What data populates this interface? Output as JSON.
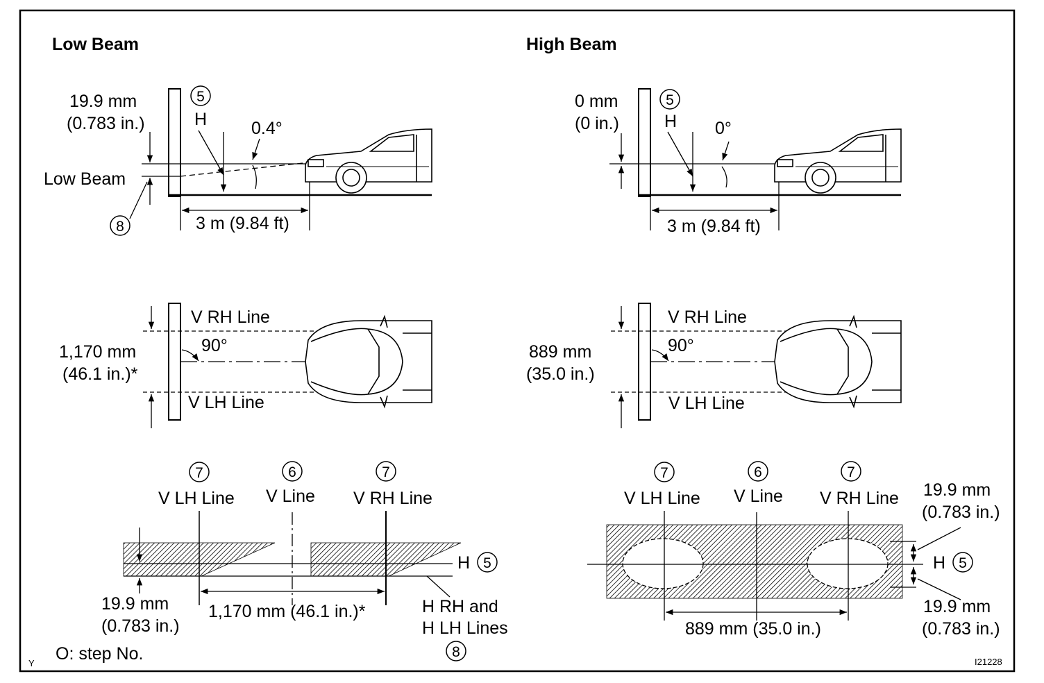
{
  "low_beam": {
    "title": "Low Beam",
    "side": {
      "offset_mm": "19.9 mm",
      "offset_in": "(0.783 in.)",
      "step_h": "5",
      "h_label": "H",
      "angle": "0.4°",
      "beam_label": "Low Beam",
      "step_8": "8",
      "distance": "3 m (9.84 ft)"
    },
    "top": {
      "v_rh": "V RH Line",
      "v_lh": "V LH Line",
      "angle": "90°",
      "spacing_mm": "1,170 mm",
      "spacing_in": "(46.1 in.)*"
    },
    "screen": {
      "step_7_left": "7",
      "v_lh": "V LH Line",
      "step_6": "6",
      "v_center": "V Line",
      "step_7_right": "7",
      "v_rh": "V RH Line",
      "h_label": "H",
      "step_5": "5",
      "offset_mm": "19.9 mm",
      "offset_in": "(0.783 in.)",
      "spacing": "1,170 mm (46.1 in.)*",
      "hrh_line1": "H RH and",
      "hrh_line2": "H LH Lines",
      "step_8": "8"
    }
  },
  "high_beam": {
    "title": "High Beam",
    "side": {
      "offset_mm": "0 mm",
      "offset_in": "(0 in.)",
      "step_h": "5",
      "h_label": "H",
      "angle": "0°",
      "distance": "3 m (9.84 ft)"
    },
    "top": {
      "v_rh": "V RH Line",
      "v_lh": "V LH Line",
      "angle": "90°",
      "spacing_mm": "889 mm",
      "spacing_in": "(35.0 in.)"
    },
    "screen": {
      "step_7_left": "7",
      "v_lh": "V LH Line",
      "step_6": "6",
      "v_center": "V Line",
      "step_7_right": "7",
      "v_rh": "V RH Line",
      "h_label": "H",
      "step_5": "5",
      "upper_mm": "19.9 mm",
      "upper_in": "(0.783 in.)",
      "lower_mm": "19.9 mm",
      "lower_in": "(0.783 in.)",
      "spacing": "889 mm (35.0 in.)"
    }
  },
  "footer": {
    "legend": "O: step No.",
    "corner_mark": "Y",
    "figure_code": "I21228"
  }
}
